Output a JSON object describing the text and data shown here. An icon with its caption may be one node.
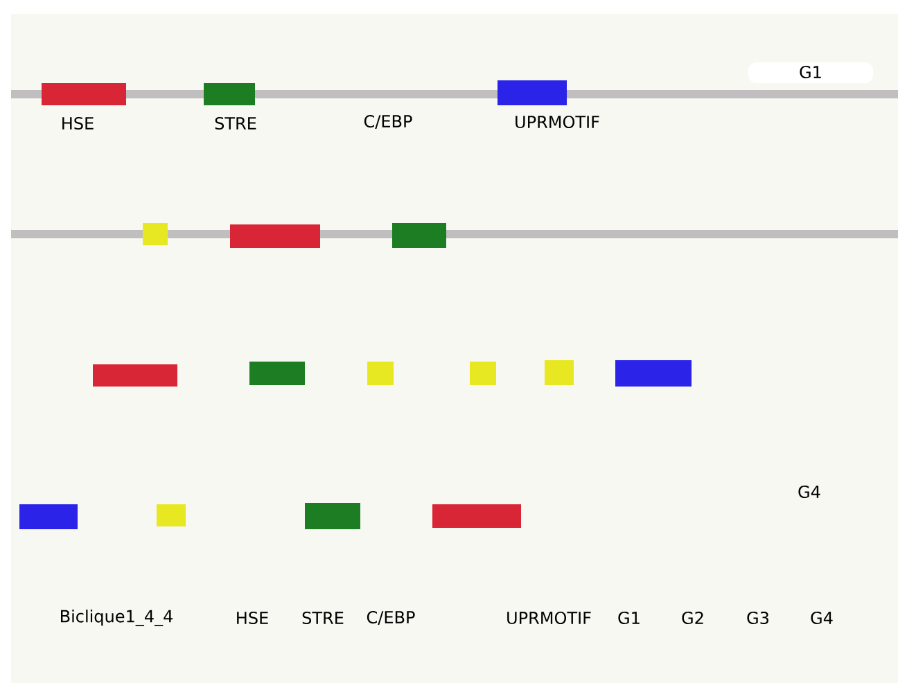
{
  "diagram": {
    "nodes": [
      {
        "text": [],
        "shape": "bar"
      },
      {
        "text": [],
        "shape": "bar"
      },
      {
        "text": [],
        "shape": "bar"
      },
      {
        "text": [],
        "shape": "bar"
      },
      {
        "text": [],
        "shape": "bar"
      },
      {
        "text": [],
        "shape": "bar"
      },
      {
        "text": [],
        "shape": "bar"
      },
      {
        "text": [],
        "shape": "bar"
      },
      {
        "text": [],
        "shape": "bar"
      },
      {
        "text": [],
        "shape": "bar"
      },
      {
        "text": [],
        "shape": "bar"
      },
      {
        "text": [],
        "shape": "bar"
      },
      {
        "text": [],
        "shape": "bar"
      },
      {
        "text": [],
        "shape": "bar"
      },
      {
        "text": [],
        "shape": "bar"
      },
      {
        "text": [],
        "shape": "bar"
      }
    ],
    "labels": [
      "G1",
      "HSE",
      "STRE",
      "C/EBP",
      "UPRMOTIF",
      "G4",
      "Biclique1_4_4",
      "HSE",
      "STRE",
      "C/EBP",
      "UPRMOTIF",
      "G1",
      "G2",
      "G3",
      "G4"
    ]
  }
}
